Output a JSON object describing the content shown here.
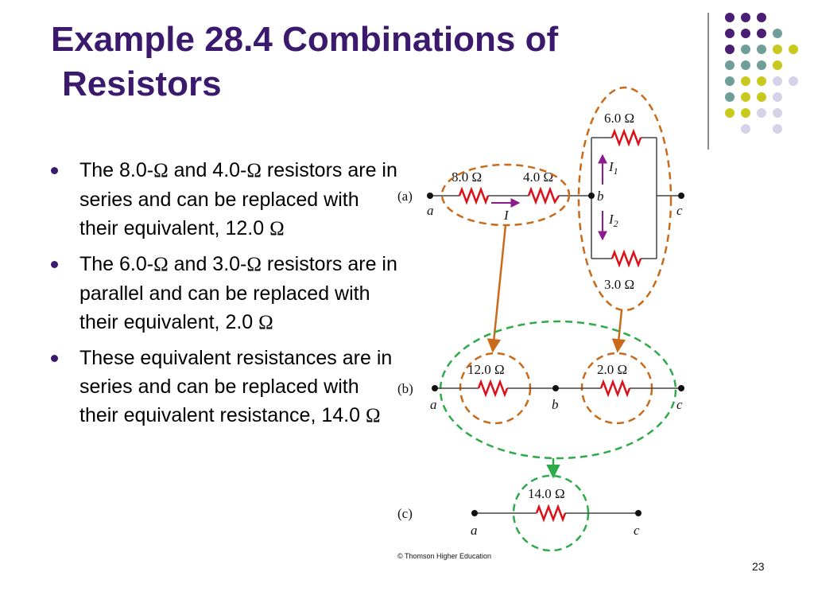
{
  "slide": {
    "title_line1": "Example 28.4 Combinations of",
    "title_line2": "Resistors",
    "page_number": "23",
    "credit": "© Thomson Higher Education"
  },
  "bullets": [
    {
      "segments": [
        "The 8.0-",
        "Ω",
        " and 4.0-",
        "Ω",
        " resistors are in series and can be replaced with their equivalent, 12.0 ",
        "Ω"
      ]
    },
    {
      "segments": [
        "The 6.0-",
        "Ω",
        " and 3.0-",
        "Ω",
        " resistors are in parallel and can be replaced with their equivalent, 2.0 ",
        "Ω"
      ]
    },
    {
      "segments": [
        "These equivalent resistances are in series and can be replaced with their equivalent resistance, 14.0 ",
        "Ω"
      ]
    }
  ],
  "diagram": {
    "part_a": {
      "label": "(a)",
      "r1": "8.0 Ω",
      "r2": "4.0 Ω",
      "r3": "6.0 Ω",
      "r4": "3.0 Ω",
      "node_a": "a",
      "node_b": "b",
      "node_c": "c",
      "current": "I",
      "current1": "I",
      "current1_sub": "1",
      "current2": "I",
      "current2_sub": "2"
    },
    "part_b": {
      "label": "(b)",
      "r1": "12.0 Ω",
      "r2": "2.0 Ω",
      "node_a": "a",
      "node_b": "b",
      "node_c": "c"
    },
    "part_c": {
      "label": "(c)",
      "r1": "14.0 Ω",
      "node_a": "a",
      "node_c": "c"
    }
  },
  "colors": {
    "title": "#3b1a6e",
    "dot_purple": "#4a1f73",
    "dot_teal": "#6f9e9a",
    "dot_yellow": "#c8c81e",
    "dot_lavender": "#d6d3e8",
    "resistor_red": "#d9121a",
    "ellipse_orange": "#c86a1a",
    "ellipse_green": "#2eaa4a",
    "current_arrow": "#8b1a8e"
  }
}
